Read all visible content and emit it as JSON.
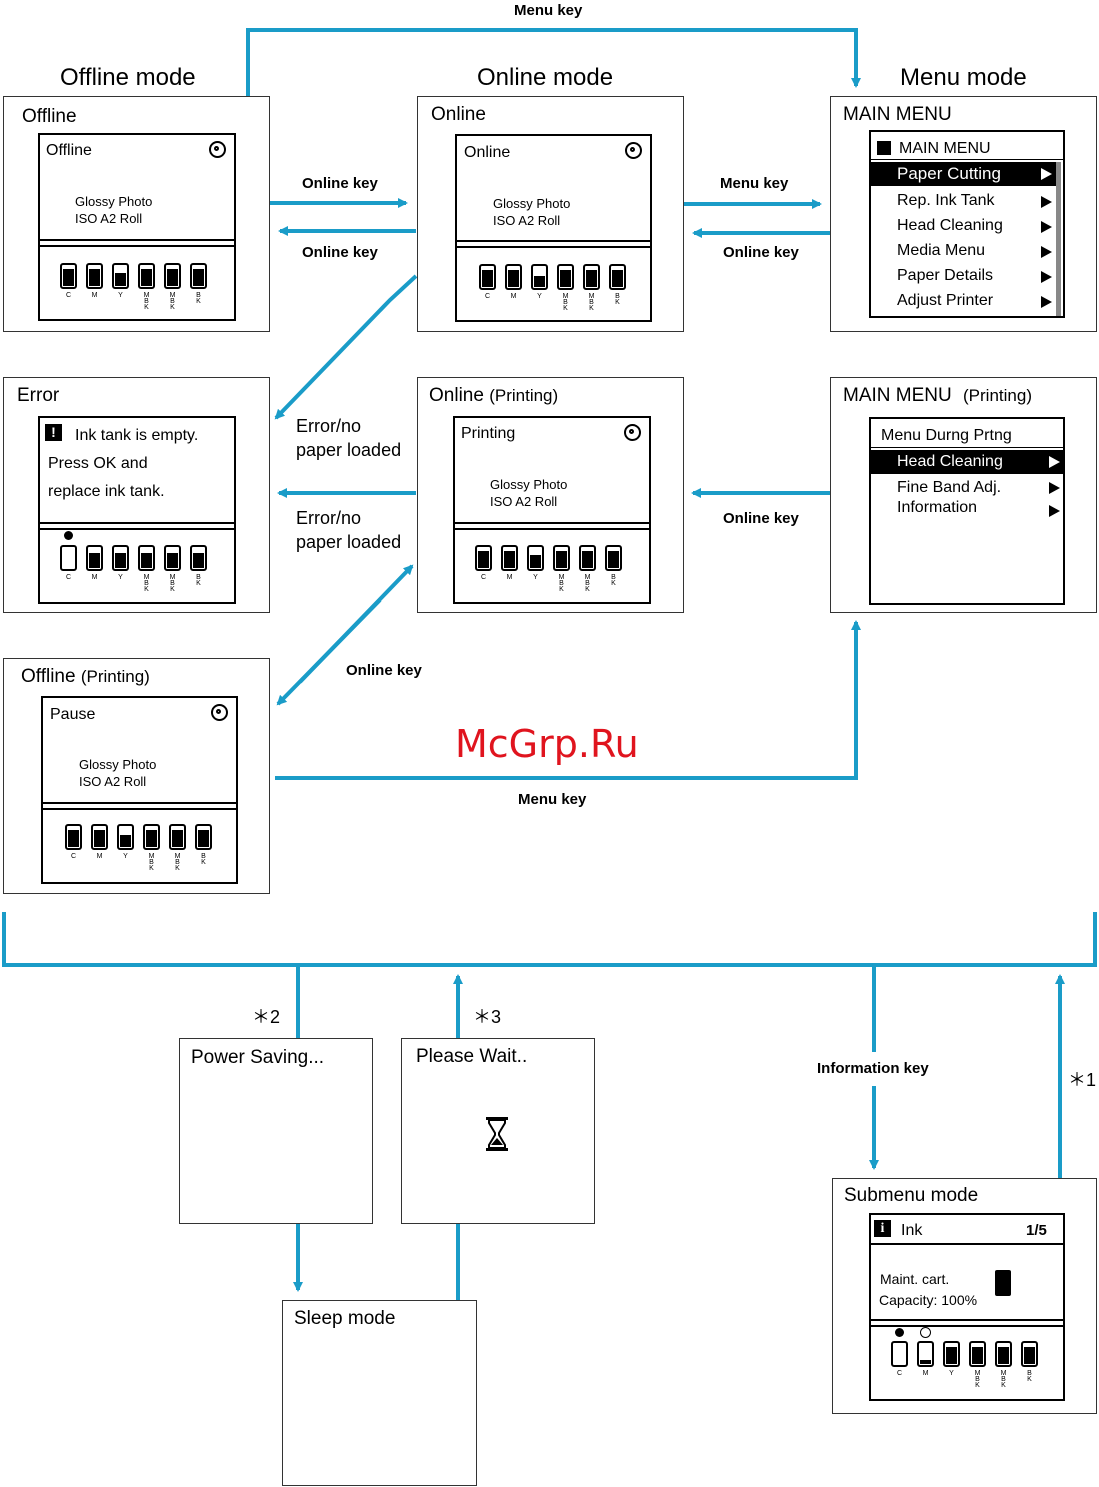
{
  "modes": {
    "offline": "Offline mode",
    "online": "Online mode",
    "menu": "Menu mode"
  },
  "keys": {
    "menu_top": "Menu key",
    "online_1": "Online key",
    "online_2": "Online key",
    "menu_mid": "Menu key",
    "online_3": "Online key",
    "online_4": "Online key",
    "online_5": "Online key",
    "menu_bottom": "Menu key",
    "information": "Information key"
  },
  "notes": {
    "error_1_line1": "Error/no",
    "error_1_line2": "paper loaded",
    "error_2_line1": "Error/no",
    "error_2_line2": "paper loaded",
    "n1": "＊1",
    "n2": "＊2",
    "n3": "＊3"
  },
  "ink_labels": [
    "C",
    "M",
    "Y",
    "M\nB\nK",
    "M\nB\nK",
    "B\nK"
  ],
  "ink_labels_alt": [
    "C",
    "M",
    "Y",
    "M\nB\nK",
    "M\nB\nK",
    "B\nK"
  ],
  "offline": {
    "title": "Offline",
    "screen_head": "Offline",
    "media_1": "Glossy Photo",
    "media_2": "ISO A2 Roll",
    "ink_levels": [
      0.75,
      0.75,
      0.6,
      0.75,
      0.75,
      0.75
    ]
  },
  "online": {
    "title": "Online",
    "screen_head": "Online",
    "media_1": "Glossy Photo",
    "media_2": "ISO A2 Roll",
    "ink_levels": [
      0.75,
      0.75,
      0.5,
      0.75,
      0.75,
      0.75
    ]
  },
  "main_menu": {
    "title": "MAIN MENU",
    "screen_head": "MAIN MENU",
    "items": [
      "Paper Cutting",
      "Rep. Ink Tank",
      "Head Cleaning",
      "Media Menu",
      "Paper Details",
      "Adjust Printer"
    ]
  },
  "error": {
    "title": "Error",
    "msg_1": "Ink tank is empty.",
    "msg_2": "Press OK and",
    "msg_3": "replace ink tank.",
    "ink_levels": [
      0,
      0.7,
      0.7,
      0.7,
      0.7,
      0.7
    ]
  },
  "online_printing": {
    "title": "Online",
    "title_suffix": "(Printing)",
    "screen_head": "Printing",
    "media_1": "Glossy Photo",
    "media_2": "ISO A2 Roll",
    "ink_levels": [
      0.75,
      0.75,
      0.6,
      0.75,
      0.75,
      0.75
    ]
  },
  "main_menu_printing": {
    "title": "MAIN MENU",
    "title_suffix": "(Printing)",
    "screen_head": "Menu Durng Prtng",
    "items": [
      "Head Cleaning",
      "Fine Band Adj.",
      "Information"
    ]
  },
  "offline_printing": {
    "title": "Offline",
    "title_suffix": "(Printing)",
    "screen_head": "Pause",
    "media_1": "Glossy Photo",
    "media_2": "ISO A2 Roll",
    "ink_levels": [
      0.75,
      0.75,
      0.55,
      0.75,
      0.75,
      0.75
    ]
  },
  "power_saving": {
    "title": "Power Saving..."
  },
  "please_wait": {
    "title": "Please Wait.."
  },
  "sleep_mode": {
    "title": "Sleep mode"
  },
  "submenu": {
    "title": "Submenu mode",
    "screen_head": "Ink",
    "page": "1/5",
    "line_1": "Maint. cart.",
    "line_2": "Capacity: 100%",
    "ink_levels": [
      0,
      0.2,
      0.75,
      0.75,
      0.75,
      0.75
    ]
  },
  "watermark": "McGrp.Ru",
  "colors": {
    "arrow": "#1a9cc8",
    "watermark": "#e0141e"
  }
}
